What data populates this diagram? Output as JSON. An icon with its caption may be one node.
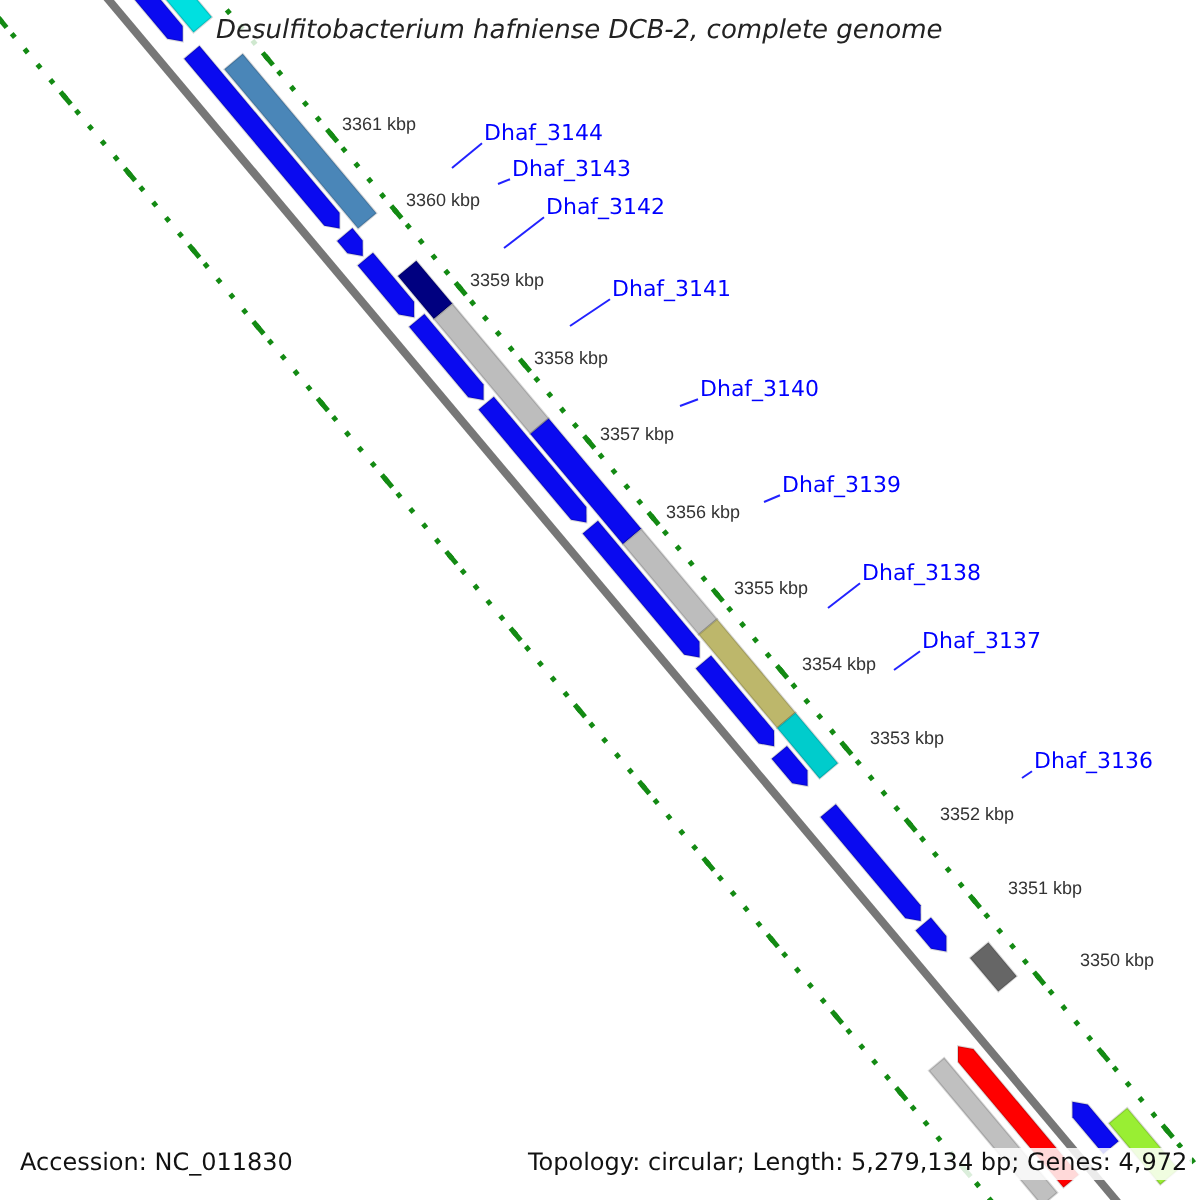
{
  "diagram": {
    "title": "Desulfitobacterium hafniense DCB-2, complete genome",
    "nodes": [
      {
        "text": [
          "Dhaf_3144"
        ]
      },
      {
        "text": [
          "Dhaf_3143"
        ]
      },
      {
        "text": [
          "Dhaf_3142"
        ]
      },
      {
        "text": [
          "Dhaf_3141"
        ]
      },
      {
        "text": [
          "Dhaf_3140"
        ]
      },
      {
        "text": [
          "Dhaf_3139"
        ]
      },
      {
        "text": [
          "Dhaf_3138"
        ]
      },
      {
        "text": [
          "Dhaf_3137"
        ]
      },
      {
        "text": [
          "Dhaf_3136"
        ]
      }
    ],
    "edges": [
      {
        "from": 0,
        "to": null,
        "arrow": "none"
      },
      {
        "from": 1,
        "to": null,
        "arrow": "none"
      },
      {
        "from": 2,
        "to": null,
        "arrow": "none"
      },
      {
        "from": 3,
        "to": null,
        "arrow": "none"
      },
      {
        "from": 4,
        "to": null,
        "arrow": "none"
      },
      {
        "from": 5,
        "to": null,
        "arrow": "none"
      },
      {
        "from": 6,
        "to": null,
        "arrow": "none"
      },
      {
        "from": 7,
        "to": null,
        "arrow": "none"
      },
      {
        "from": 8,
        "to": null,
        "arrow": "none"
      }
    ],
    "labels": [
      "3361 kbp",
      "3360 kbp",
      "3359 kbp",
      "3358 kbp",
      "3357 kbp",
      "3356 kbp",
      "3355 kbp",
      "3354 kbp",
      "3353 kbp",
      "3352 kbp",
      "3351 kbp",
      "3350 kbp",
      "Accession: NC_011830",
      "Topology: circular; Length: 5,279,134 bp; Genes: 4,972"
    ]
  }
}
